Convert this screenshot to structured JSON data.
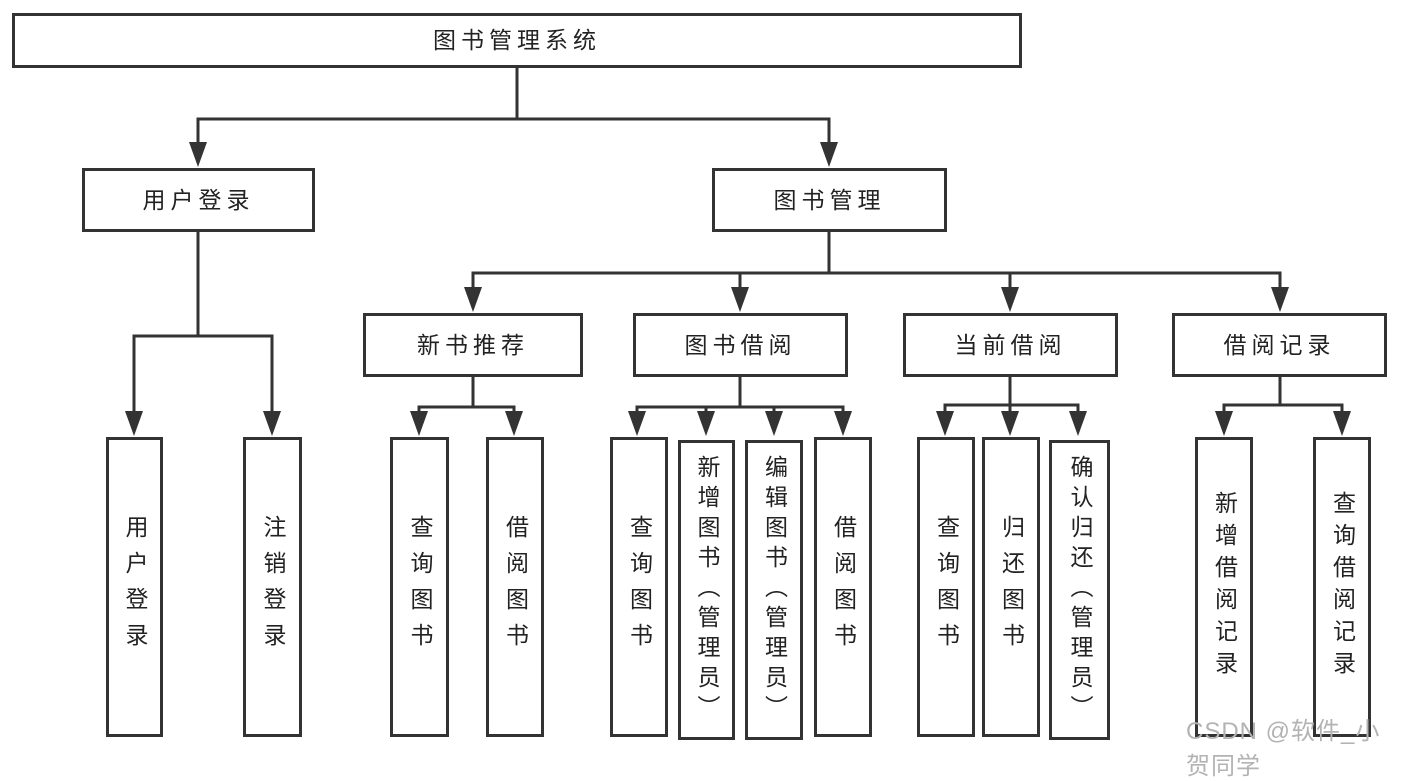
{
  "colors": {
    "background": "#ffffff",
    "border_and_lines": "#333333",
    "node_text": "#222222",
    "watermark_text": "#b3b3b3"
  },
  "tree": {
    "root": {
      "label": "图书管理系统"
    },
    "branches": [
      {
        "label": "用户登录",
        "children": [
          {
            "label": "用户登录"
          },
          {
            "label": "注销登录"
          }
        ]
      },
      {
        "label": "图书管理",
        "children": [
          {
            "label": "新书推荐",
            "children": [
              {
                "label": "查询图书"
              },
              {
                "label": "借阅图书"
              }
            ]
          },
          {
            "label": "图书借阅",
            "children": [
              {
                "label": "查询图书"
              },
              {
                "label": "新增图书（管理员）"
              },
              {
                "label": "编辑图书（管理员）"
              },
              {
                "label": "借阅图书"
              }
            ]
          },
          {
            "label": "当前借阅",
            "children": [
              {
                "label": "查询图书"
              },
              {
                "label": "归还图书"
              },
              {
                "label": "确认归还（管理员）"
              }
            ]
          },
          {
            "label": "借阅记录",
            "children": [
              {
                "label": "新增借阅记录"
              },
              {
                "label": "查询借阅记录"
              }
            ]
          }
        ]
      }
    ]
  },
  "watermark": {
    "text": "CSDN @软件_小贺同学"
  }
}
